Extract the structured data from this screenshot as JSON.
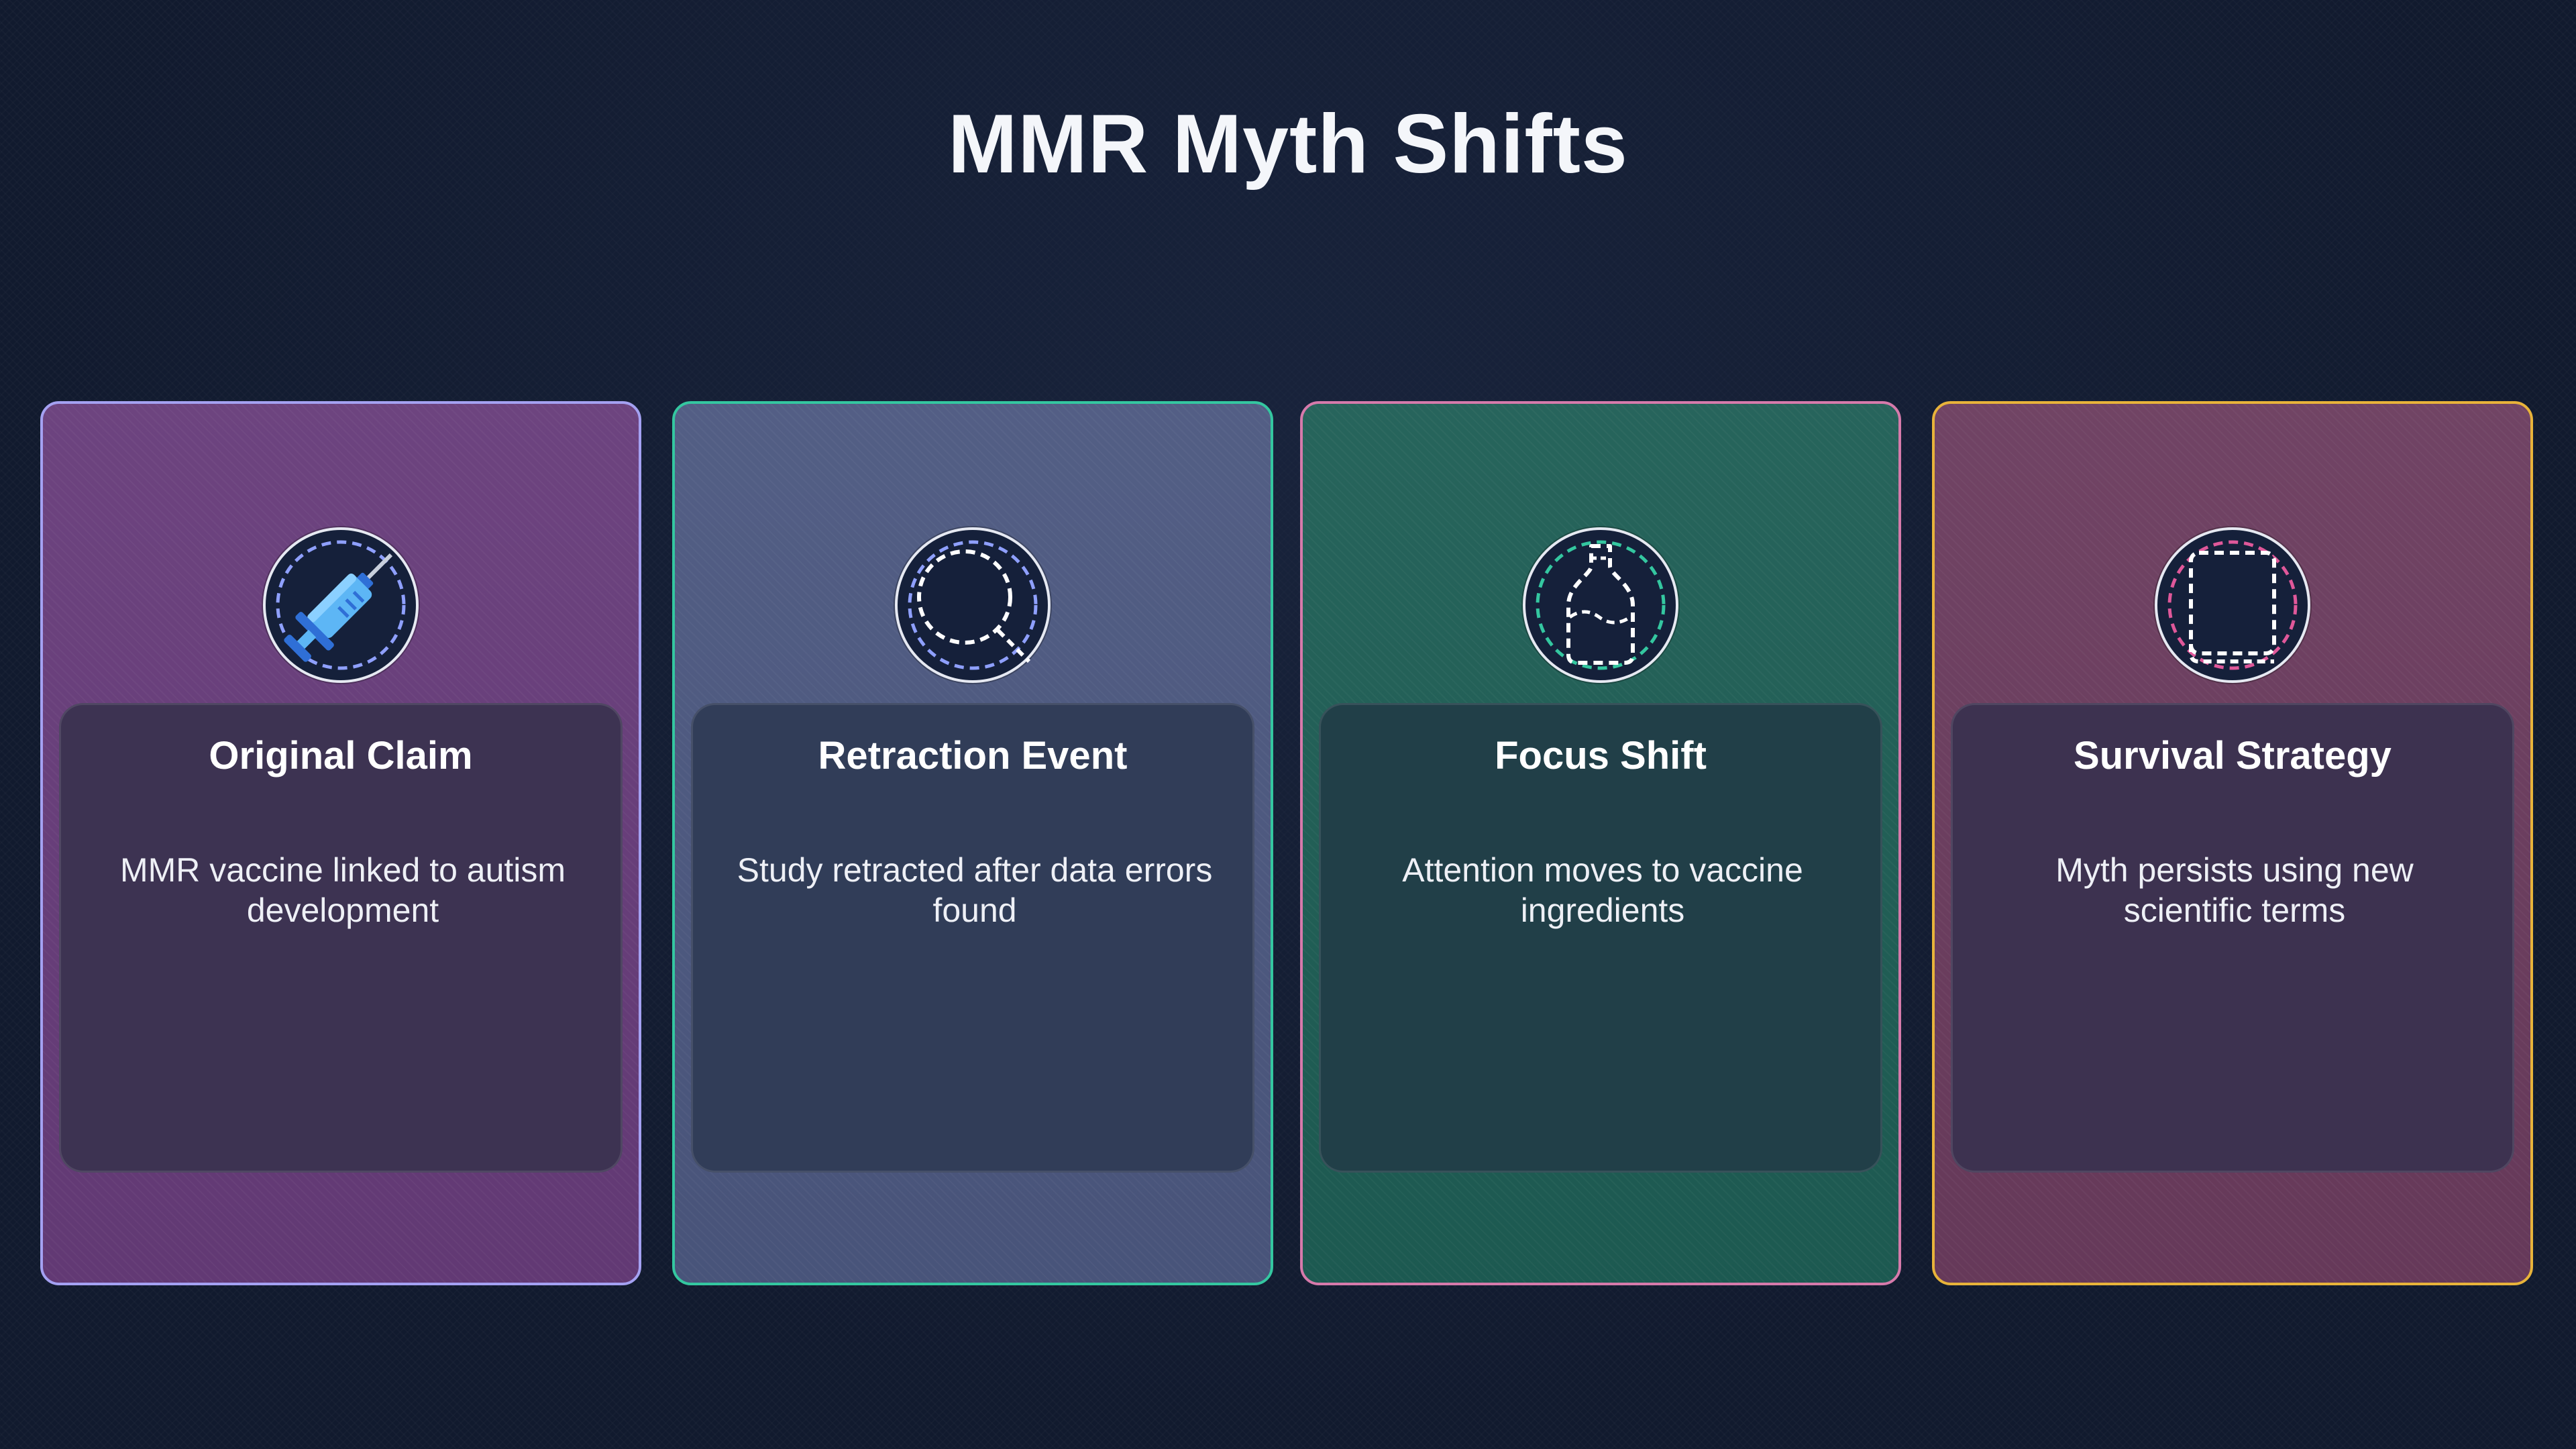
{
  "title": "MMR Myth Shifts",
  "cards": [
    {
      "title": "Original Claim",
      "description": "MMR vaccine linked to autism development",
      "icon": "syringe-icon",
      "bg_color": "#673c7a",
      "border_color": "#a4a1f2"
    },
    {
      "title": "Retraction Event",
      "description": "Study retracted after data errors found",
      "icon": "magnifier-icon",
      "bg_color": "#4c5880",
      "border_color": "#34c7a0"
    },
    {
      "title": "Focus Shift",
      "description": "Attention moves to vaccine ingredients",
      "icon": "bottle-icon",
      "bg_color": "#1e5e55",
      "border_color": "#d67aab"
    },
    {
      "title": "Survival Strategy",
      "description": "Myth persists using new scientific terms",
      "icon": "book-icon",
      "bg_color": "#6b3c5e",
      "border_color": "#e8b33a"
    }
  ]
}
